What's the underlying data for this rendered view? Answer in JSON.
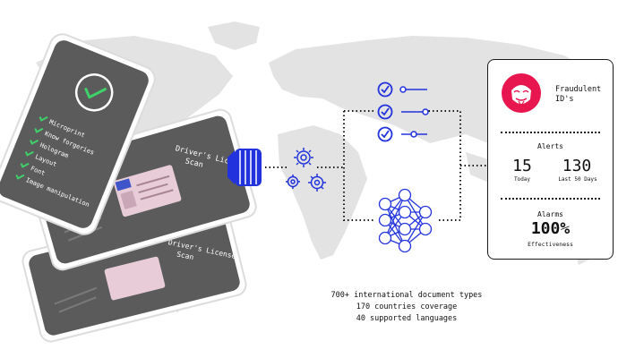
{
  "phone_front": {
    "checklist": [
      "Microprint",
      "Know forgeries",
      "Hologram",
      "Layout",
      "Font",
      "Image manipulation"
    ]
  },
  "phone_middle": {
    "scan_label_line1": "Driver's License",
    "scan_label_line2": "Scan"
  },
  "phone_back": {
    "scan_label_line1": "Driver's License",
    "scan_label_line2": "Scan"
  },
  "panel": {
    "title_line1": "Fraudulent",
    "title_line2": "ID's",
    "alerts_label": "Alerts",
    "today_value": "15",
    "today_label": "Today",
    "last50_value": "130",
    "last50_label": "Last 50 Days",
    "alarms_label": "Alarms",
    "effectiveness_value": "100%",
    "effectiveness_label": "Effectiveness"
  },
  "stats": {
    "line1": "700+ international document types",
    "line2": "170 countries coverage",
    "line3": "40 supported languages"
  },
  "colors": {
    "accent_blue": "#2233dd",
    "alert_pink": "#e8164f",
    "phone_dark": "#5b5b5b",
    "check_green": "#3fd16a",
    "map_gray": "#e3e3e3"
  },
  "icons": [
    "check-circle-icon",
    "gear-icon",
    "neural-network-icon",
    "fraud-mask-icon",
    "toggle-slider-icon"
  ]
}
